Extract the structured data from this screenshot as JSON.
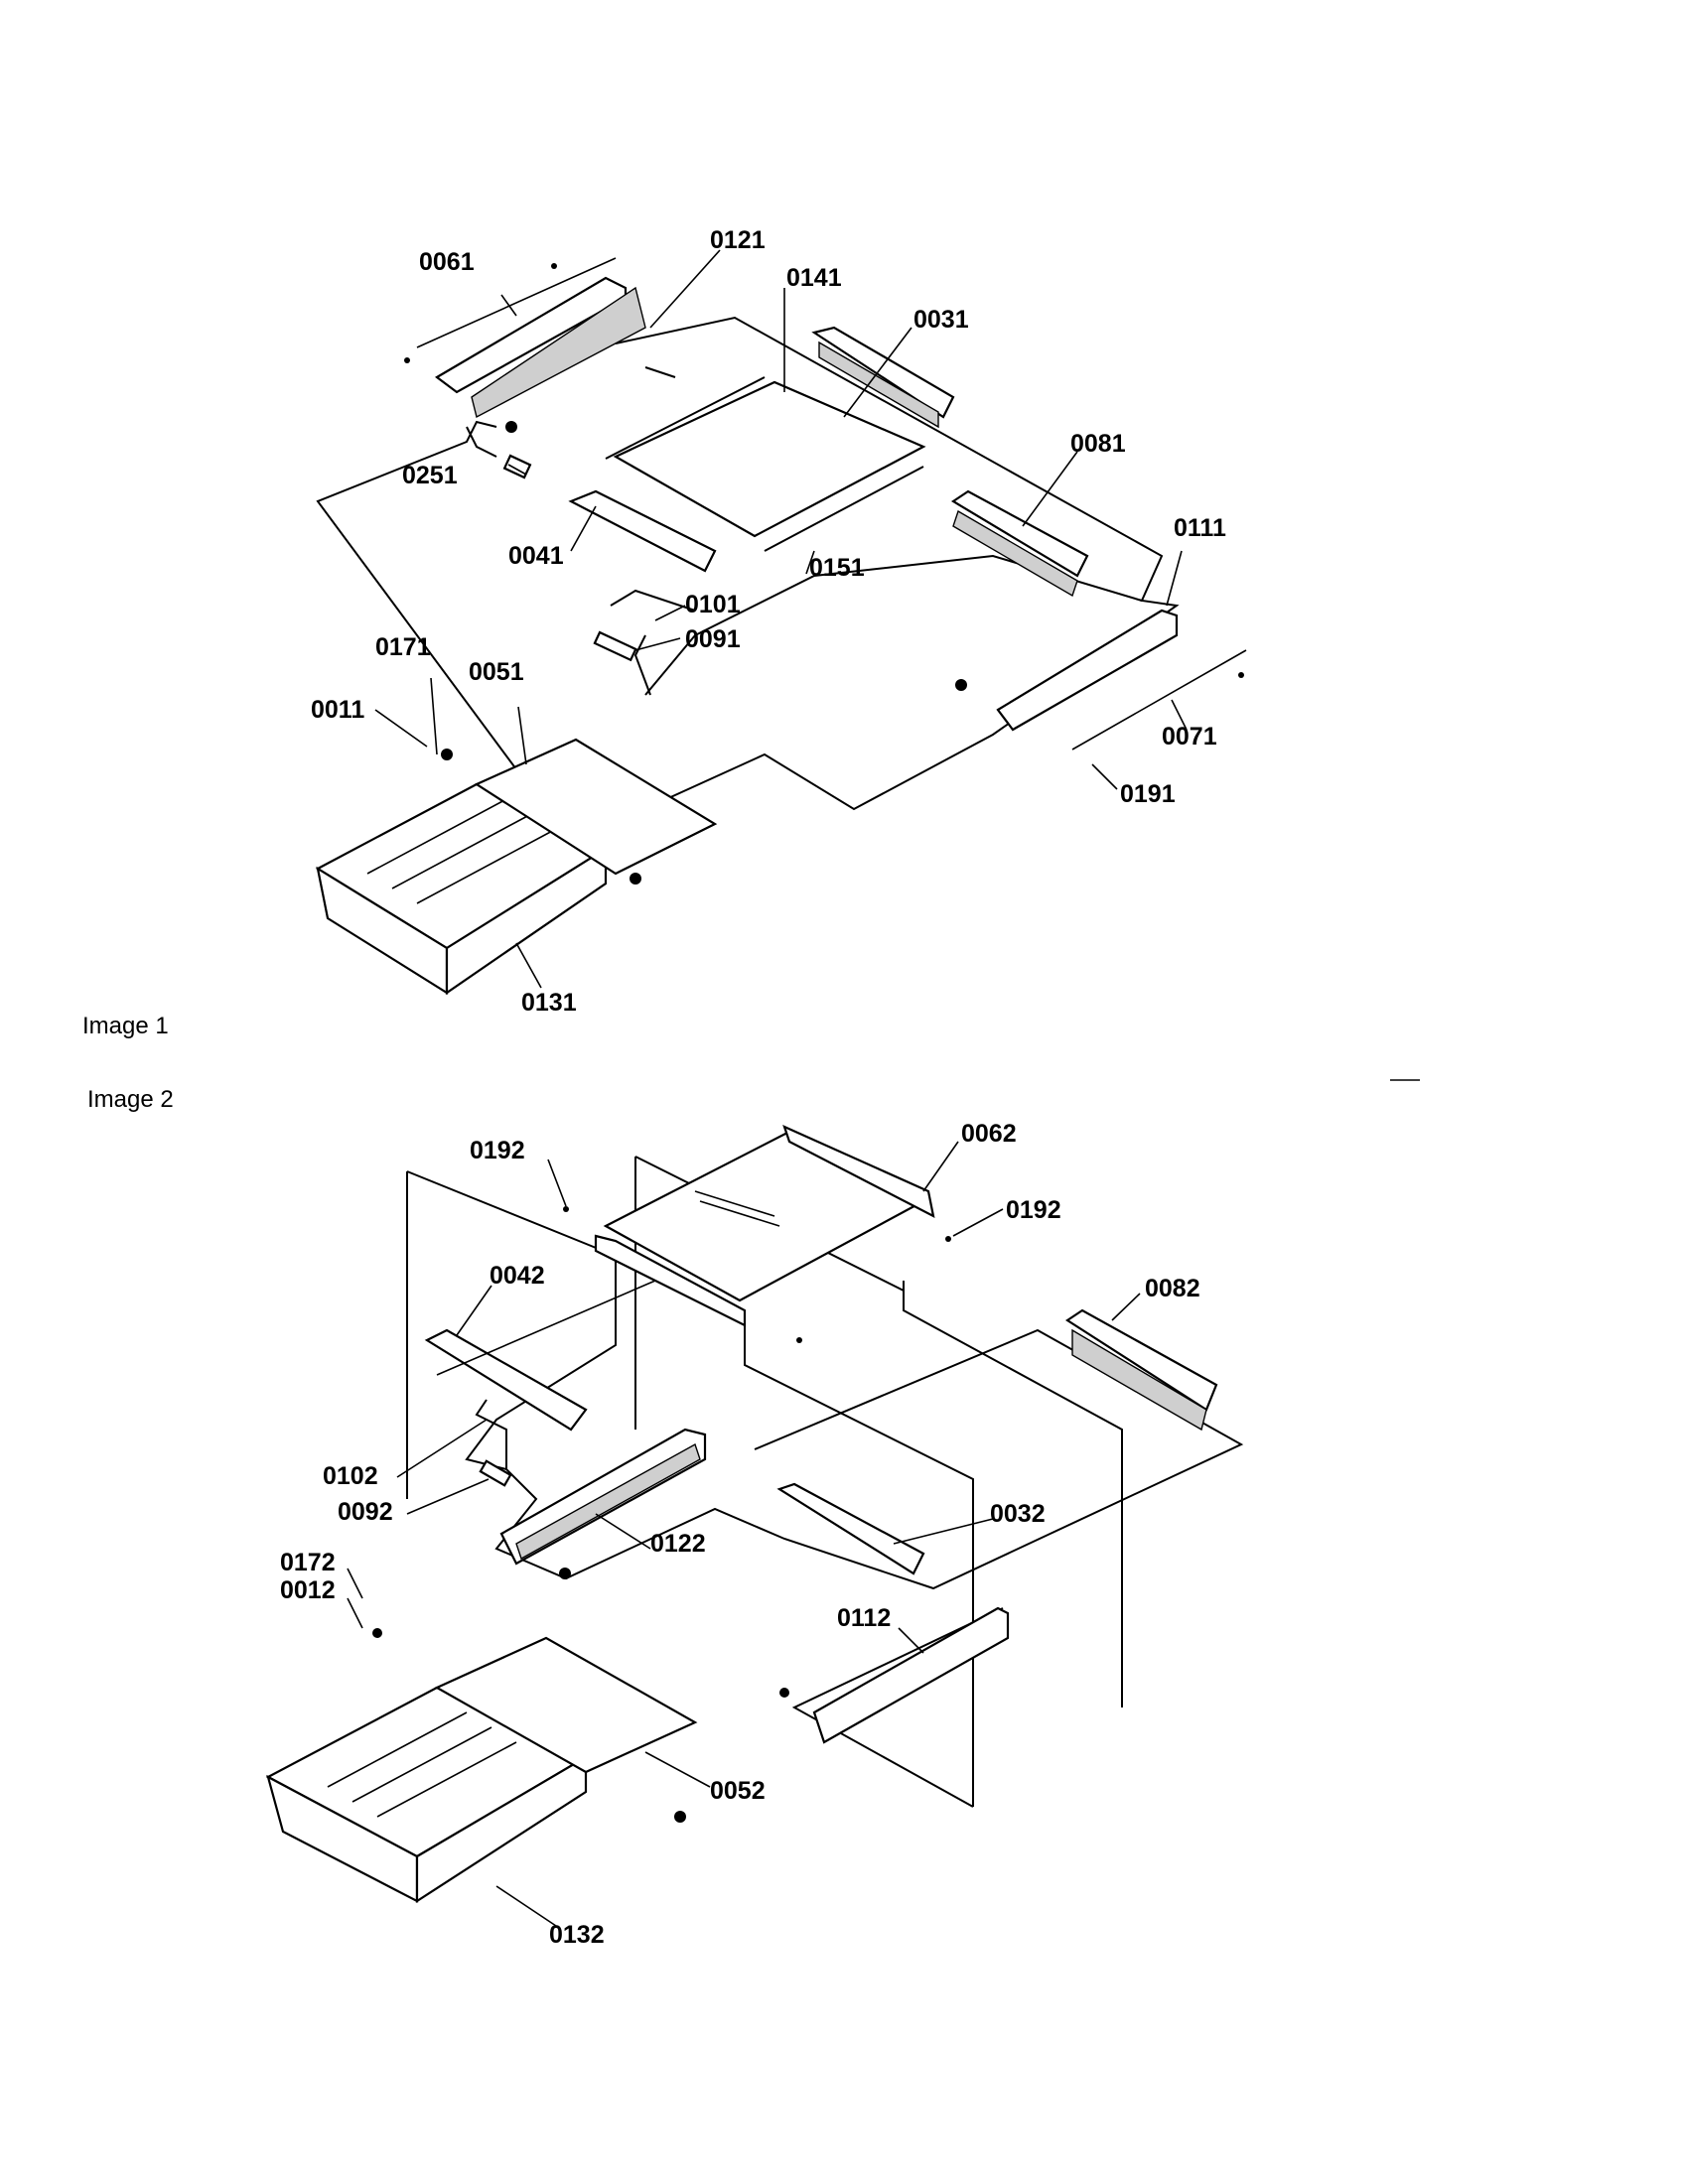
{
  "captions": {
    "image1": "Image 1",
    "image2": "Image 2"
  },
  "figure1": {
    "callouts": [
      "0061",
      "0121",
      "0141",
      "0031",
      "0081",
      "0251",
      "0041",
      "0151",
      "0111",
      "0101",
      "0091",
      "0171",
      "0051",
      "0011",
      "0071",
      "0191",
      "0131"
    ]
  },
  "figure2": {
    "callouts": [
      "0192",
      "0062",
      "0192",
      "0082",
      "0042",
      "0102",
      "0092",
      "0122",
      "0032",
      "0172",
      "0012",
      "0112",
      "0052",
      "0132"
    ]
  }
}
